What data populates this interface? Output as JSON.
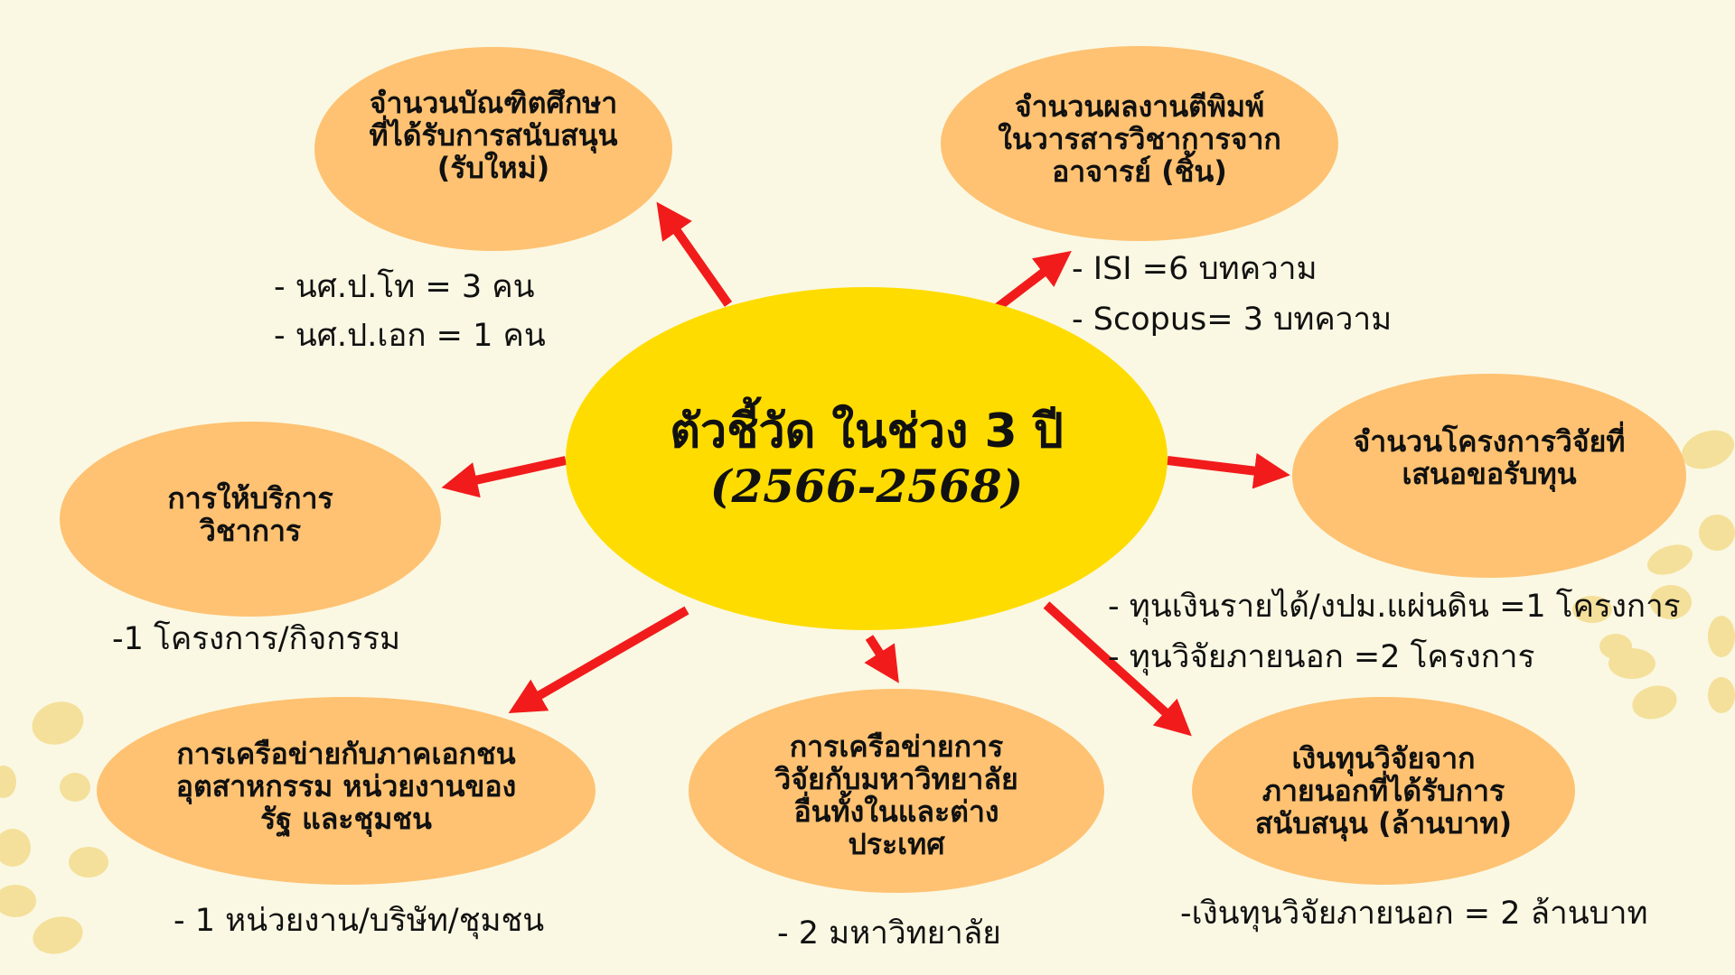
{
  "center": {
    "title": "ตัวชี้วัด ในช่วง 3 ปี",
    "subtitle": "(2566-2568)"
  },
  "nodes": [
    {
      "id": "graduate-students",
      "title": "จำนวนบัณฑิตศึกษา\nที่ได้รับการสนับสนุน\n(รับใหม่)",
      "details": [
        "- นศ.ป.โท = 3 คน",
        "- นศ.ป.เอก = 1 คน"
      ]
    },
    {
      "id": "publications",
      "title": "จำนวนผลงานตีพิมพ์\nในวารสารวิชาการจาก\nอาจารย์ (ชิ้น)",
      "details": [
        "- ISI =6 บทความ",
        "- Scopus= 3 บทความ"
      ]
    },
    {
      "id": "research-proposals",
      "title": "จำนวนโครงการวิจัยที่\nเสนอขอรับทุน",
      "details": [
        "- ทุนเงินรายได้/งปม.แผ่นดิน =1 โครงการ",
        "- ทุนวิจัยภายนอก =2 โครงการ"
      ]
    },
    {
      "id": "academic-service",
      "title": "การให้บริการ\nวิชาการ",
      "details": [
        "-1 โครงการ/กิจกรรม"
      ]
    },
    {
      "id": "private-network",
      "title": "การเครือข่ายกับภาคเอกชน\nอุตสาหกรรม หน่วยงานของ\nรัฐ และชุมชน",
      "details": [
        "- 1 หน่วยงาน/บริษัท/ชุมชน"
      ]
    },
    {
      "id": "university-network",
      "title": "การเครือข่ายการ\nวิจัยกับมหาวิทยาลัย\nอื่นทั้งในและต่าง\nประเทศ",
      "details": [
        "- 2 มหาวิทยาลัย"
      ]
    },
    {
      "id": "external-funding",
      "title": "เงินทุนวิจัยจาก\nภายนอกที่ได้รับการ\nสนับสนุน (ล้านบาท)",
      "details": [
        "-เงินทุนวิจัยภายนอก = 2 ล้านบาท"
      ]
    }
  ],
  "colors": {
    "background": "#faf8e3",
    "center": "#ffdc00",
    "node": "#fec272",
    "arrow": "#f21b1b",
    "blob": "#f4e09a",
    "text": "#111111"
  }
}
